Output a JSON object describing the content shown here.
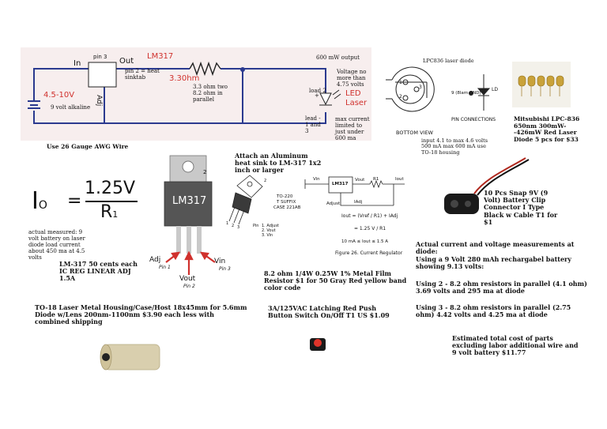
{
  "colors": {
    "circuit_bg": "#f7eeee",
    "circuit_red": "#d0312d",
    "wire": "#2b3a8f",
    "chip_dark": "#555555",
    "chip_metal": "#c9c9c9",
    "pin_red": "#d0312d",
    "housing": "#d9cfae",
    "laser_red": "#e0342a",
    "gold": "#c9a23a"
  },
  "circuit": {
    "in_label": "In",
    "pin3": "pin 3",
    "regulator_name": "LM317",
    "out_label": "Out",
    "pin2_note": "pin 2 = heat sinktab",
    "voltage_out": "3.30hm",
    "resistor_note": "3.3 ohm two 8.2 ohm in parallel",
    "adj_label": "Adj",
    "input_voltage": "4.5-10V",
    "battery": "9 volt alkaline",
    "power_output": "600 mW output",
    "voltage_limit": "Voltage no more than 4.75 volts",
    "load2": "load 2",
    "plus": "+",
    "minus": "-",
    "led_label": "LED Laser",
    "load1": "lead - 1 and 3",
    "current_limit": "max current limited to just under 600 ma"
  },
  "wire_note": "Use 26 Gauge AWG Wire",
  "diode_diagram": {
    "title": "LPC836 laser diode",
    "pin_label": "9 (8lam GND)",
    "ld_label": "LD",
    "bottom_view": "BOTTOM VIEW",
    "pin_connections": "PIN CONNECTIONS",
    "spec": "input 4.1 to max 4.6 volts 500 mA max 600 mA use TO-18 housing",
    "pin_numbers": [
      "1",
      "2",
      "3"
    ]
  },
  "mitsubishi": "Mitsubishi LPC-836 650nm 300mW--426mW Red Laser Diode 5 pcs for $33",
  "formula": {
    "lhs": "I",
    "sub": "O",
    "eq": "=",
    "num": "1.25V",
    "den": "R",
    "den_sub": "1"
  },
  "measured_note": "actual measured: 9 volt battery on laser diode load current about 450 ma at 4.5 volts",
  "lm317_chip": {
    "label": "LM317",
    "pin_num": "2",
    "adj": "Adj",
    "pin1": "Pin 1",
    "vout": "Vout",
    "pin2": "Pin 2",
    "vin": "Vin",
    "pin3": "Pin 3"
  },
  "lm317_price": "LM-317 50 cents each IC REG LINEAR ADJ 1.5A",
  "heatsink": "Attach an Aluminum heat sink to LM-317 1x2 inch or larger",
  "to220": {
    "line1": "TO-220",
    "line2": "T SUFFIX",
    "line3": "CASE 221AB",
    "pin_prefix": "Pin",
    "pins": [
      "1. Adjust",
      "2. Vout",
      "3. Vin"
    ],
    "lead_nums": [
      "1",
      "2",
      "3"
    ],
    "tab_num": "2"
  },
  "current_reg": {
    "vin": "Vin",
    "chip": "LM317",
    "vout": "Vout",
    "r1": "R1",
    "iout": "Iout",
    "adjust": "Adjust",
    "iadj": "IAdj",
    "eq1": "Iout = (Vref / R1) + IAdj",
    "eq2": "= 1.25 V / R1",
    "range": "10 mA ≤ Iout ≤ 1.5 A",
    "caption": "Figure 26. Current Regulator"
  },
  "battery_clip": "10 Pcs Snap 9V (9 Volt) Battery Clip Connector I Type Black w Cable T1 for $1",
  "measurements": {
    "title": "Actual current and voltage measurements at diode:",
    "m1": "Using a 9 Volt 280 mAh rechargabel battery showing 9.13 volts:",
    "m2": "Using 2 - 8.2 ohm resistors in parallel (4.1 ohm) 3.69 volts and 295 ma at diode",
    "m3": "Using 3 - 8.2 ohm resistors in parallel (2.75 ohm) 4.42 volts and 4.25 ma at diode"
  },
  "resistor_price": "8.2 ohm 1/4W 0.25W 1% Metal Film Resistor $1 for 50 Gray Red yellow band color code",
  "housing": "TO-18 Laser Metal Housing/Case/Host 18x45mm for 5.6mm Diode w/Lens 200nm-1100nm $3.90 each less with combined shipping",
  "switch": "3A/125VAC Latching Red Push Button Switch On/Off T1 US $1.09",
  "total_cost": "Estimated total cost of parts excluding labor additional wire and 9 volt battery $11.77"
}
